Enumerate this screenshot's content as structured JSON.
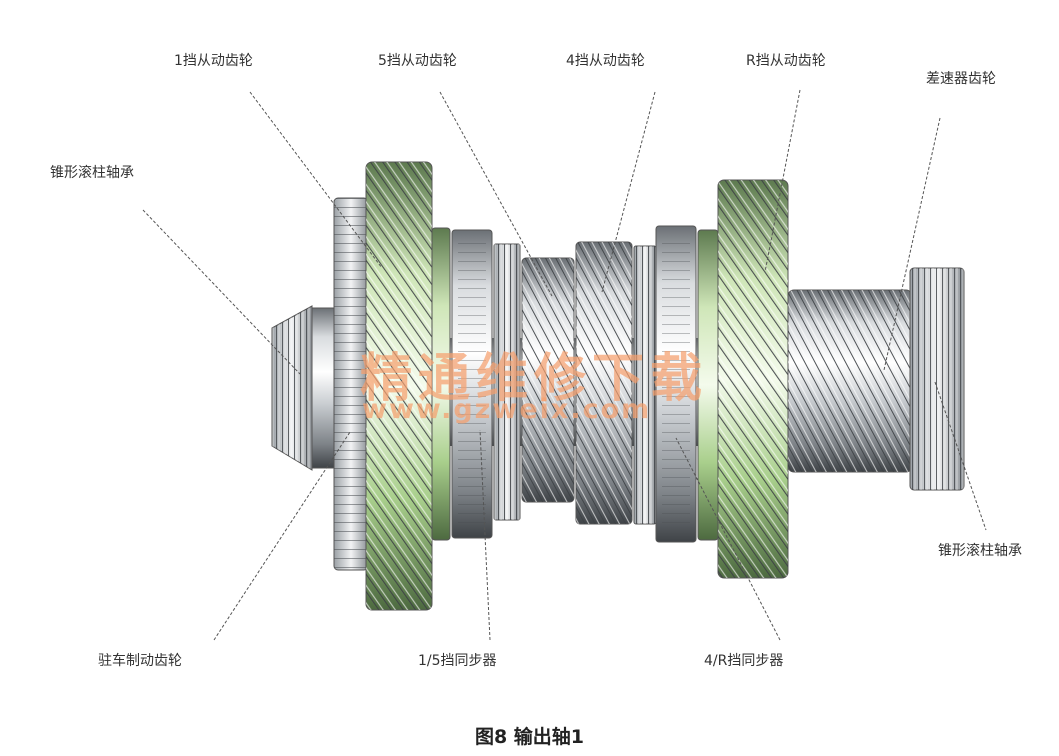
{
  "labels": {
    "gear1_driven": "1挡从动齿轮",
    "gear5_driven": "5挡从动齿轮",
    "gear4_driven": "4挡从动齿轮",
    "gearR_driven": "R挡从动齿轮",
    "differential_gear": "差速器齿轮",
    "tapered_bearing_left": "锥形滚柱轴承",
    "tapered_bearing_right": "锥形滚柱轴承",
    "parking_brake_gear": "驻车制动齿轮",
    "sync_1_5": "1/5挡同步器",
    "sync_4_R": "4/R挡同步器"
  },
  "watermark": {
    "cn": "精通维修下载",
    "url": "www.gzweix.com"
  },
  "caption": "图8 输出轴1",
  "colors": {
    "metal_light": "#e6e8ea",
    "metal_dark": "#5a5e62",
    "green_tint": "#9fce7a",
    "watermark": "#f5a06e"
  }
}
